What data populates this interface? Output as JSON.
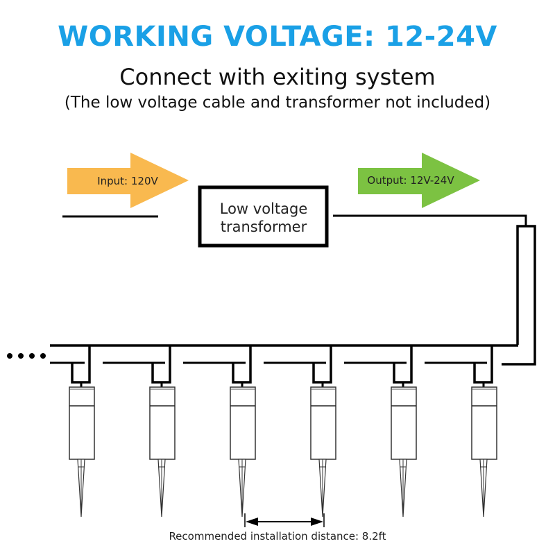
{
  "header": {
    "title": "WORKING VOLTAGE: 12-24V",
    "subtitle": "Connect with exiting system",
    "note": "(The low voltage cable and transformer not included)"
  },
  "diagram": {
    "input_arrow": {
      "label": "Input: 120V",
      "color": "#f9b94f"
    },
    "output_arrow": {
      "label": "Output: 12V-24V",
      "color": "#7cc242"
    },
    "transformer": {
      "line1": "Low voltage",
      "line2": "transformer"
    },
    "continuation": "....",
    "lights_count": 6,
    "distance_label": "Recommended installation distance: 8.2ft"
  }
}
